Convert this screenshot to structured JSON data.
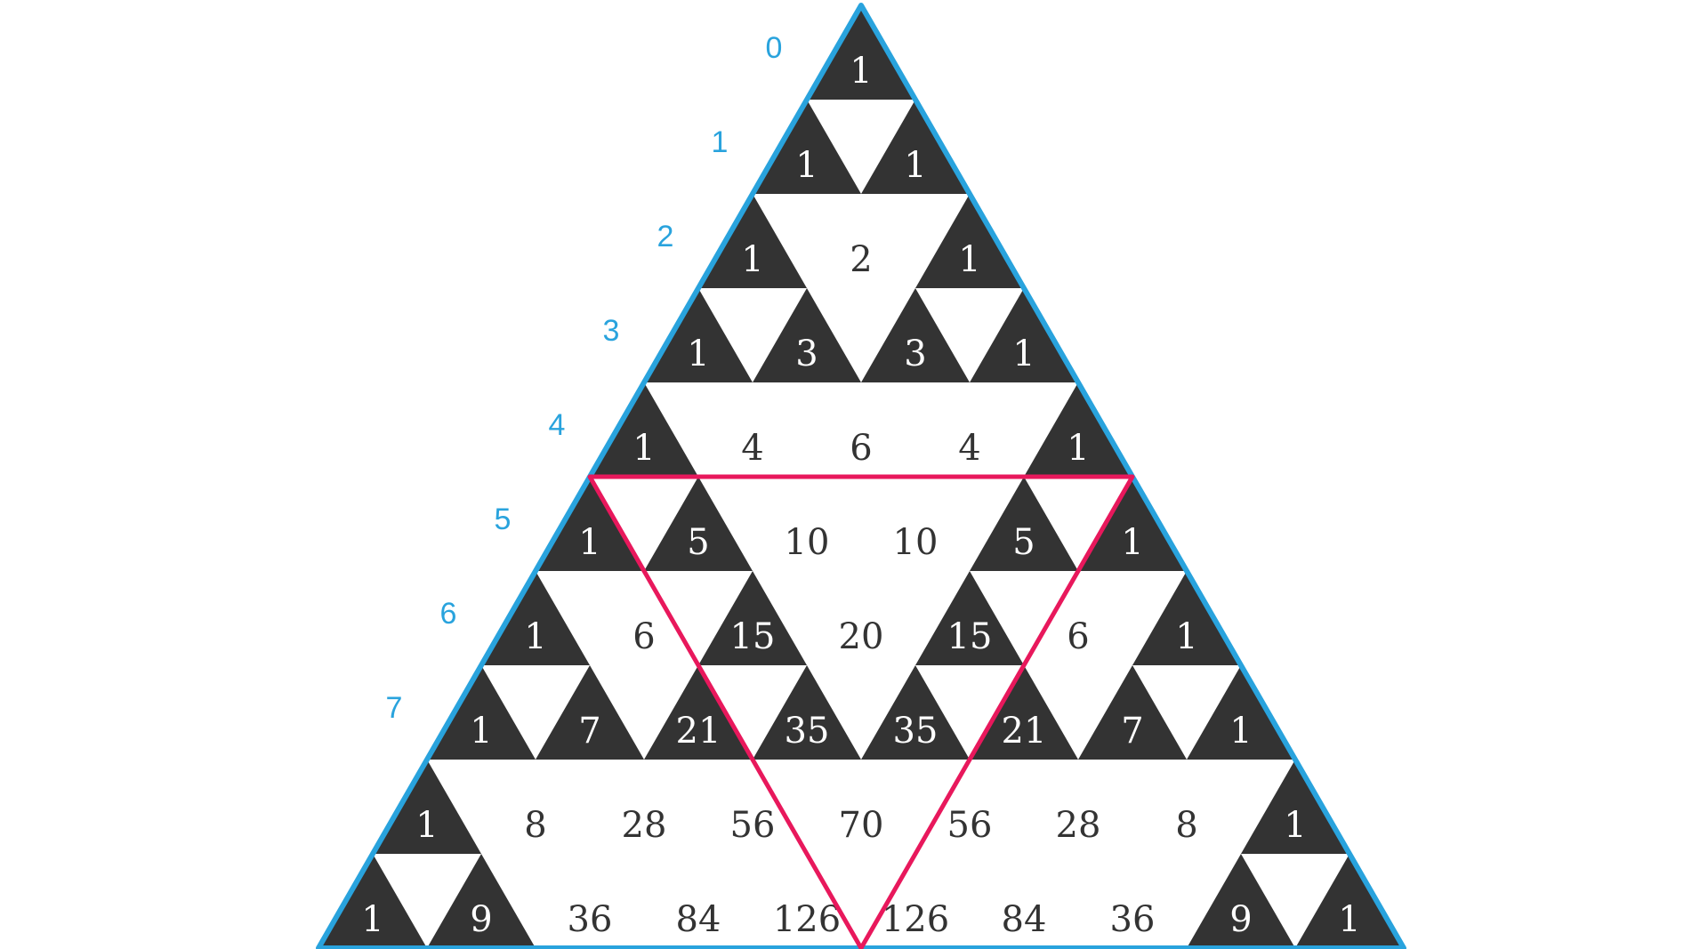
{
  "diagram": {
    "row_labels": [
      "0",
      "1",
      "2",
      "3",
      "4",
      "5",
      "6",
      "7"
    ],
    "rows": [
      [
        "1"
      ],
      [
        "1",
        "1"
      ],
      [
        "1",
        "2",
        "1"
      ],
      [
        "1",
        "3",
        "3",
        "1"
      ],
      [
        "1",
        "4",
        "6",
        "4",
        "1"
      ],
      [
        "1",
        "5",
        "10",
        "10",
        "5",
        "1"
      ],
      [
        "1",
        "6",
        "15",
        "20",
        "15",
        "6",
        "1"
      ],
      [
        "1",
        "7",
        "21",
        "35",
        "35",
        "21",
        "7",
        "1"
      ],
      [
        "1",
        "8",
        "28",
        "56",
        "70",
        "56",
        "28",
        "8",
        "1"
      ],
      [
        "1",
        "9",
        "36",
        "84",
        "126",
        "126",
        "84",
        "36",
        "9",
        "1"
      ]
    ],
    "colors": {
      "outline": "#29a3dd",
      "highlight": "#e8185c",
      "odd_fill": "#333333",
      "odd_text": "#ffffff",
      "even_text": "#333333",
      "label": "#29a3dd"
    }
  }
}
